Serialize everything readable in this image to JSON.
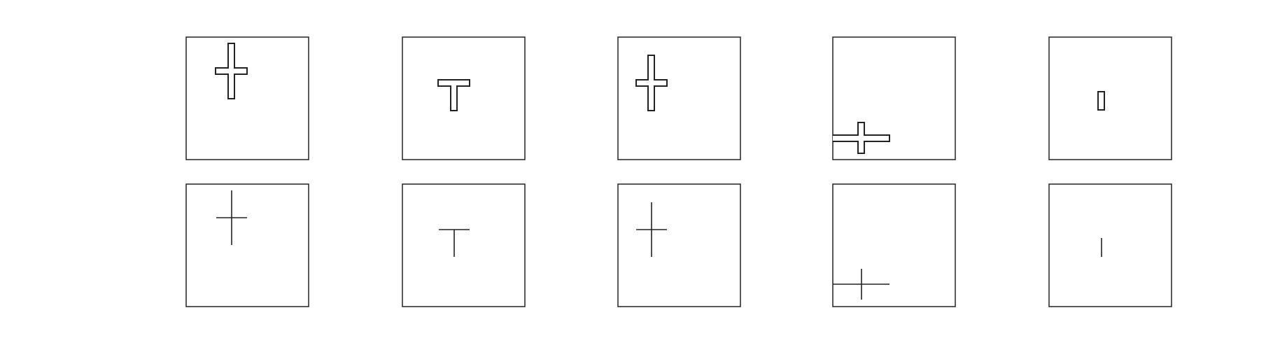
{
  "figure": {
    "background_color": "#ffffff",
    "stroke_color": "#222222",
    "rows": [
      {
        "name": "outline-shapes",
        "kind": "outline"
      },
      {
        "name": "skeleton-lines",
        "kind": "skeleton"
      }
    ],
    "columns": [
      {
        "index": 1,
        "shape": "cross"
      },
      {
        "index": 2,
        "shape": "t-shape"
      },
      {
        "index": 3,
        "shape": "cross"
      },
      {
        "index": 4,
        "shape": "cross-clipped-left-edge"
      },
      {
        "index": 5,
        "shape": "short-bar"
      }
    ]
  }
}
